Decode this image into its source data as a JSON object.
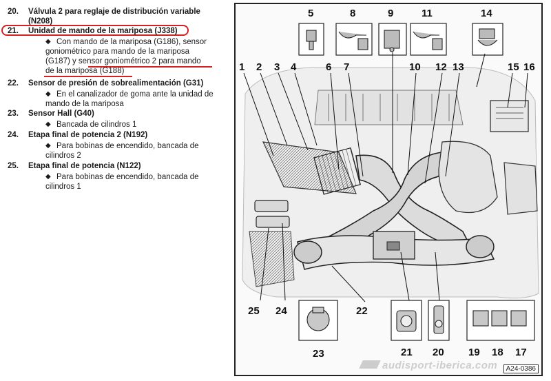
{
  "legend": {
    "items": [
      {
        "num": "20.",
        "title": "Válvula 2 para reglaje de distribución variable",
        "title2": "(N208)"
      },
      {
        "num": "21.",
        "title": "Unidad de mando de la mariposa (J338)",
        "sub": [
          [
            "Con mando de la mariposa (G186), sensor",
            "goniométrico para mando de la mariposa",
            "(G187) y sensor goniométrico 2 para mando",
            "de la mariposa (G188)"
          ]
        ]
      },
      {
        "num": "22.",
        "title": "Sensor de presión de sobrealimentación (G31)",
        "sub": [
          [
            "En el canalizador de goma ante la unidad de",
            "mando de la mariposa"
          ]
        ]
      },
      {
        "num": "23.",
        "title": "Sensor Hall (G40)",
        "sub": [
          [
            "Bancada de cilindros 1"
          ]
        ]
      },
      {
        "num": "24.",
        "title": "Etapa final de potencia 2 (N192)",
        "sub": [
          [
            "Para bobinas de encendido, bancada de",
            "cilindros 2"
          ]
        ]
      },
      {
        "num": "25.",
        "title": "Etapa final de potencia (N122)",
        "sub": [
          [
            "Para bobinas de encendido, bancada de",
            "cilindros 1"
          ]
        ]
      }
    ],
    "diamond": "◆"
  },
  "highlight_color": "#d42020",
  "figure": {
    "callouts": [
      "1",
      "2",
      "3",
      "4",
      "5",
      "6",
      "7",
      "8",
      "9",
      "10",
      "11",
      "12",
      "13",
      "14",
      "15",
      "16",
      "17",
      "18",
      "19",
      "20",
      "21",
      "22",
      "23",
      "24",
      "25"
    ],
    "code": "A24-0386"
  },
  "watermark": "audisport-iberica.com"
}
